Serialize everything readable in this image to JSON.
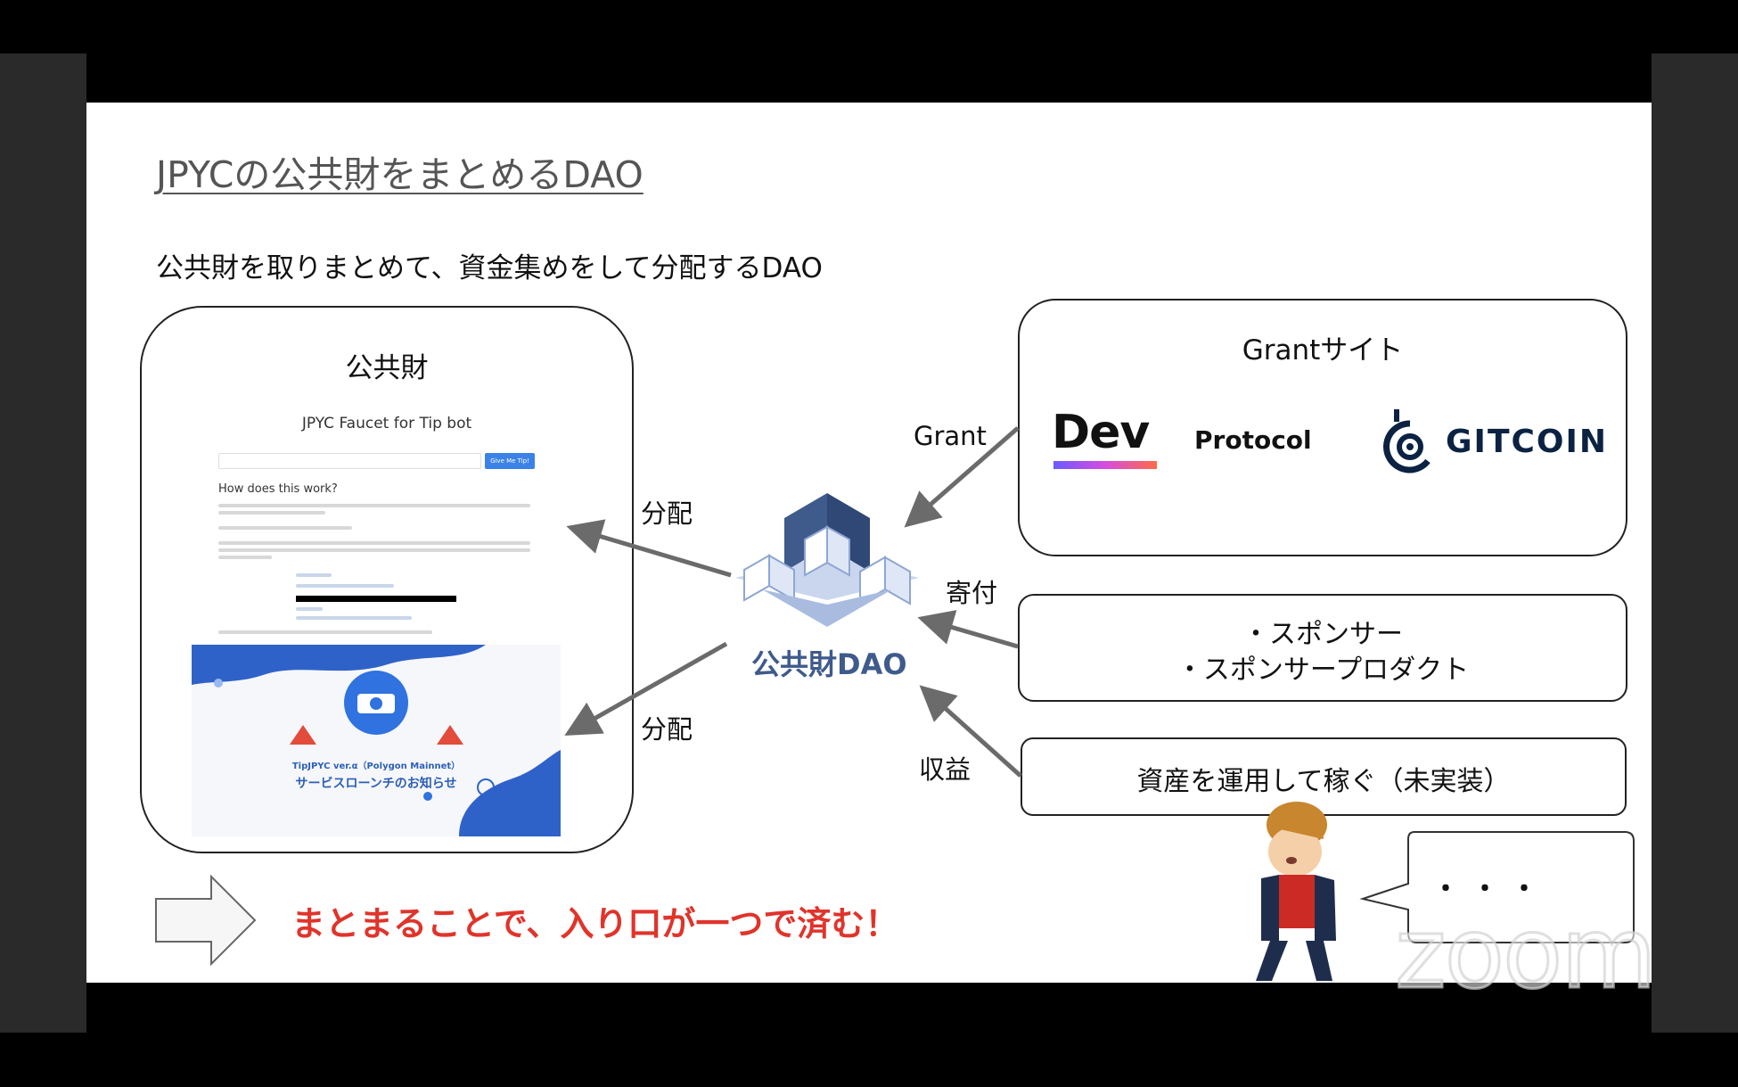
{
  "slide": {
    "title": "JPYCの公共財をまとめるDAO",
    "subtitle": "公共財を取りまとめて、資金集めをして分配するDAO"
  },
  "public_goods": {
    "title": "公共財",
    "faucet": {
      "title": "JPYC Faucet for Tip bot",
      "button": "Give Me Tip!",
      "heading": "How does this work?"
    },
    "banner": {
      "line1": "TipJPYC ver.α（Polygon Mainnet）",
      "line2": "サービスローンチのお知らせ"
    }
  },
  "labels": {
    "distribute_top": "分配",
    "distribute_bottom": "分配",
    "grant": "Grant",
    "donation": "寄付",
    "revenue": "収益"
  },
  "dao": {
    "name": "公共財DAO"
  },
  "grant_sites": {
    "title": "Grantサイト",
    "logos": {
      "dev": "Dev",
      "protocol": "Protocol",
      "gitcoin": "GITCOIN"
    }
  },
  "sponsors": {
    "line1": "・スポンサー",
    "line2": "・スポンサープロダクト"
  },
  "revenue_box": {
    "text": "資産を運用して稼ぐ（未実装）"
  },
  "callout": "まとまることで、入り口が一つで済む！",
  "speech_bubble": "・・・",
  "watermark": "zoom",
  "colors": {
    "callout_red": "#e0342b",
    "dao_blue": "#3f5b8c",
    "arrow_gray": "#6b6b6b"
  }
}
